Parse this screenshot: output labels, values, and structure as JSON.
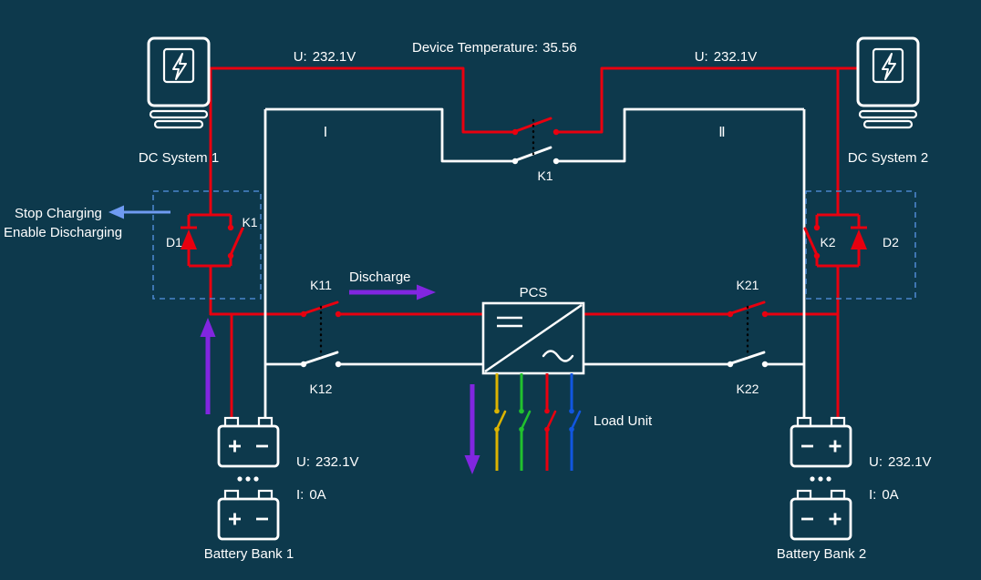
{
  "colors": {
    "background": "#0d394c",
    "text": "#ffffff",
    "active_line": "#e8000f",
    "idle_line": "#ffffff",
    "flow_arrow": "#8126e0",
    "note_arrow": "#6f9bf2",
    "selection_box": "#4a86cc",
    "linkage_line": "#000000",
    "load_phases": [
      "#dcb400",
      "#21c12e",
      "#e8000f",
      "#1156e0"
    ]
  },
  "header": {
    "temperature_label": "Device Temperature:",
    "temperature_value": "35.56"
  },
  "dc_systems": {
    "left": {
      "name": "DC System 1",
      "voltage_label": "U:",
      "voltage_value": "232.1V"
    },
    "right": {
      "name": "DC System 2",
      "voltage_label": "U:",
      "voltage_value": "232.1V"
    }
  },
  "bus": {
    "section_left": "Ⅰ",
    "section_right": "Ⅱ",
    "tie_switch_label": "K1"
  },
  "annotation": {
    "line1": "Stop Charging",
    "line2": "Enable Discharging"
  },
  "left_module": {
    "diode_label": "D1",
    "switch_label": "K1"
  },
  "right_module": {
    "switch_label": "K2",
    "diode_label": "D2"
  },
  "switches": {
    "k11": "K11",
    "k12": "K12",
    "k21": "K21",
    "k22": "K22"
  },
  "flow": {
    "discharge_label": "Discharge"
  },
  "pcs": {
    "label": "PCS"
  },
  "load": {
    "label": "Load Unit"
  },
  "batteries": {
    "left": {
      "name": "Battery Bank 1",
      "voltage_label": "U:",
      "voltage_value": "232.1V",
      "current_label": "I:",
      "current_value": "0A"
    },
    "right": {
      "name": "Battery Bank 2",
      "voltage_label": "U:",
      "voltage_value": "232.1V",
      "current_label": "I:",
      "current_value": "0A"
    }
  }
}
